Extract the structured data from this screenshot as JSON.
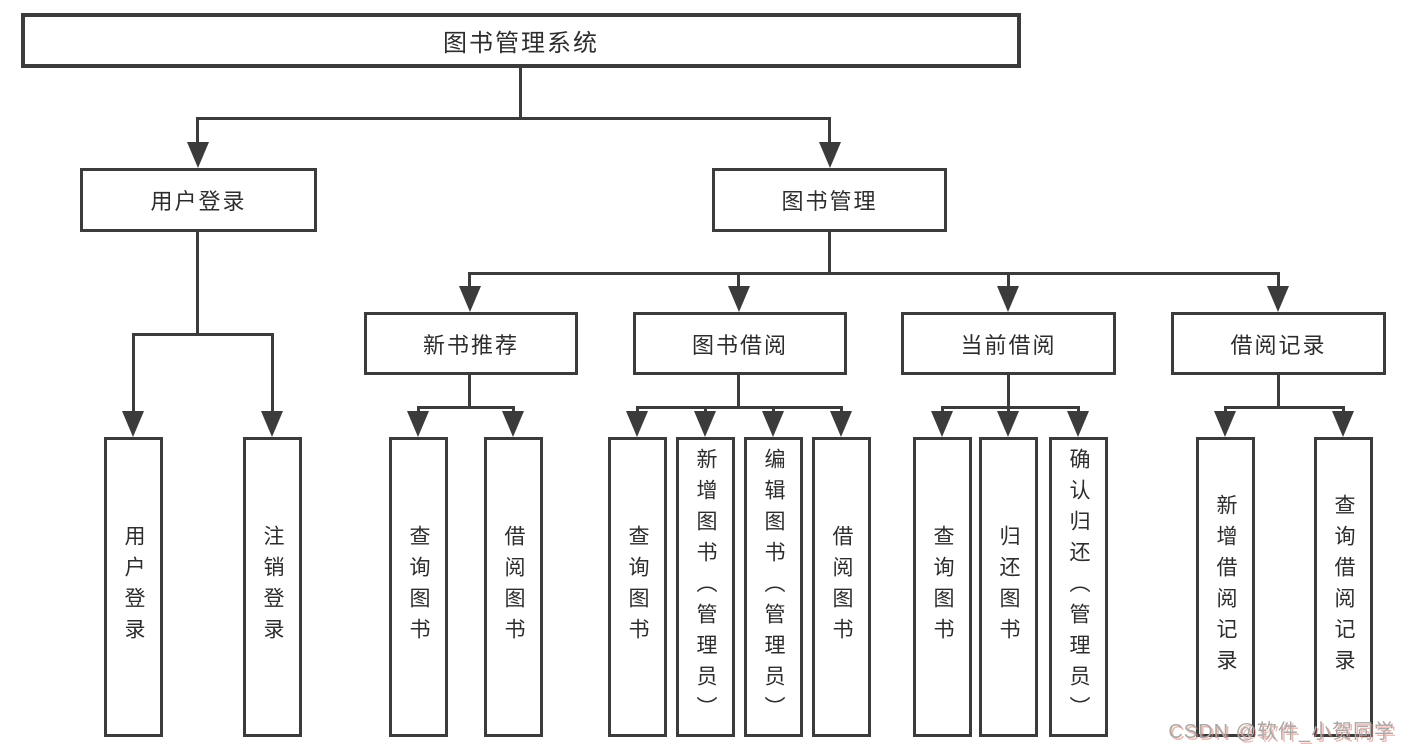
{
  "diagram_title": "图书管理系统",
  "tree": {
    "root": {
      "label": "图书管理系统"
    },
    "level2": [
      {
        "label": "用户登录",
        "parent": "图书管理系统"
      },
      {
        "label": "图书管理",
        "parent": "图书管理系统"
      }
    ],
    "level3": [
      {
        "label": "新书推荐",
        "parent": "图书管理"
      },
      {
        "label": "图书借阅",
        "parent": "图书管理"
      },
      {
        "label": "当前借阅",
        "parent": "图书管理"
      },
      {
        "label": "借阅记录",
        "parent": "图书管理"
      }
    ],
    "leaves": [
      {
        "label": "用户登录",
        "parent": "用户登录"
      },
      {
        "label": "注销登录",
        "parent": "用户登录"
      },
      {
        "label": "查询图书",
        "parent": "新书推荐"
      },
      {
        "label": "借阅图书",
        "parent": "新书推荐"
      },
      {
        "label": "查询图书",
        "parent": "图书借阅"
      },
      {
        "label": "新增图书（管理员）",
        "parent": "图书借阅"
      },
      {
        "label": "编辑图书（管理员）",
        "parent": "图书借阅"
      },
      {
        "label": "借阅图书",
        "parent": "图书借阅"
      },
      {
        "label": "查询图书",
        "parent": "当前借阅"
      },
      {
        "label": "归还图书",
        "parent": "当前借阅"
      },
      {
        "label": "确认归还（管理员）",
        "parent": "当前借阅"
      },
      {
        "label": "新增借阅记录",
        "parent": "借阅记录"
      },
      {
        "label": "查询借阅记录",
        "parent": "借阅记录"
      }
    ]
  },
  "watermark": {
    "text": "CSDN @软件_小贺同学"
  },
  "colors": {
    "line": "#3b3b3b",
    "box_background": "#ffffff",
    "label_text": "#2d2d2d",
    "watermark_text": "#a9a9a9",
    "watermark_shadow": "#e08273"
  }
}
